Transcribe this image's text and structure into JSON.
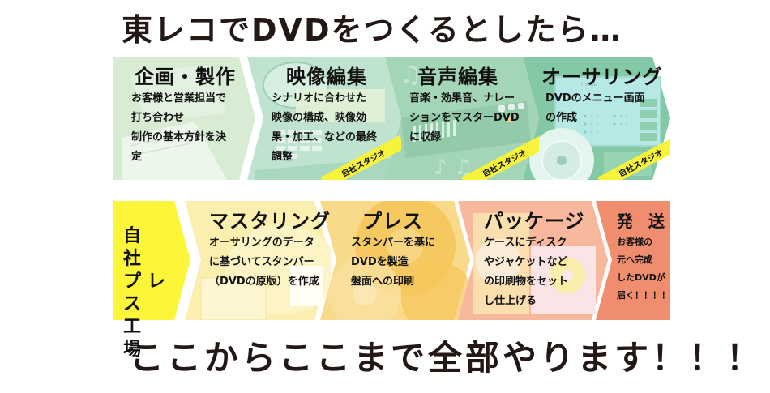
{
  "headline": "東レコでDVDをつくるとしたら…",
  "top_row": {
    "steps": [
      {
        "title": "企画・製作",
        "description": "お客様と営業担当で\n打ち合わせ\n制作の基本方針を決\n定",
        "color": "#d6ead2",
        "badge": null
      },
      {
        "title": "映像編集",
        "description": "シナリオに合わせた\n映像の構成、映像効\n果・加工、などの最終\n調整",
        "color": "#b9e0cc",
        "badge": "自社スタジオ"
      },
      {
        "title": "音声編集",
        "description": "音楽・効果音、ナレー\nションをマスターDVD\nに収録",
        "color": "#9fd4b4",
        "badge": "自社スタジオ"
      },
      {
        "title": "オーサリング",
        "description": "DVDのメニュー画面\nの作成",
        "color": "#7fc6a4",
        "badge": "自社スタジオ",
        "screen_label": "menu"
      }
    ]
  },
  "bottom_row": {
    "label": "自 社\nプレス\n工 場",
    "label_color": "#fcf63b",
    "steps": [
      {
        "title": "マスタリング",
        "description": "オーサリングのデータ\nに基づいてスタンパー\n（DVDの原版）を作成",
        "color": "#fbeea8"
      },
      {
        "title": "プレス",
        "description": "スタンパーを基に\nDVDを製造\n盤面への印刷",
        "color": "#f8d37a"
      },
      {
        "title": "パッケージ",
        "description": "ケースにディスク\nやジャケットなど\nの印刷物をセット\nし仕上げる",
        "color": "#f6b59a"
      },
      {
        "title": "発 送",
        "description": "お客様の\n元へ完成\nしたDVDが\n届く！！！！",
        "color": "#ef8c6c"
      }
    ]
  },
  "footer": "ここからここまで全部やります！！！"
}
